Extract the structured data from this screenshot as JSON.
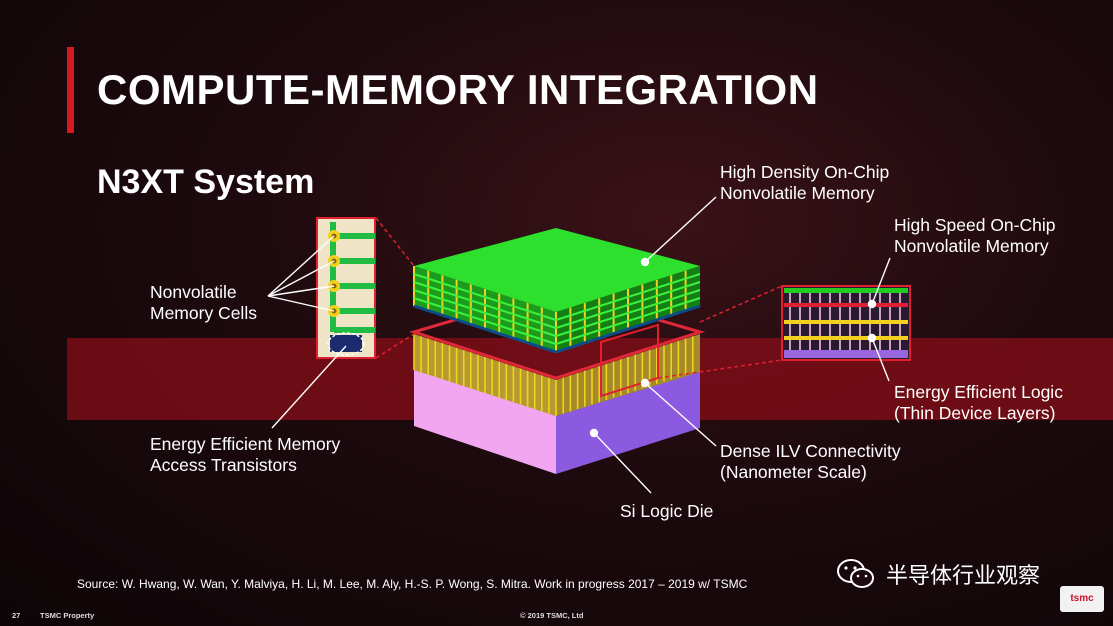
{
  "slide": {
    "title": "COMPUTE-MEMORY INTEGRATION",
    "subtitle": "N3XT System"
  },
  "labels": {
    "nonvolatile_memory_cells": [
      "Nonvolatile",
      "Memory Cells"
    ],
    "energy_efficient_memory": [
      "Energy Efficient Memory",
      "Access Transistors"
    ],
    "high_density_memory": [
      "High Density On-Chip",
      "Nonvolatile Memory"
    ],
    "high_speed_memory": [
      "High Speed On-Chip",
      "Nonvolatile Memory"
    ],
    "energy_efficient_logic": [
      "Energy Efficient Logic",
      "(Thin Device Layers)"
    ],
    "dense_ilv": [
      "Dense ILV Connectivity",
      "(Nanometer Scale)"
    ],
    "si_logic_die": "Si Logic Die"
  },
  "source": "Source: W. Hwang, W. Wan, Y. Malviya, H. Li, M. Lee, M. Aly, H.-S. P. Wong, S. Mitra. Work in progress 2017 – 2019 w/ TSMC",
  "footer": {
    "page_number": "27",
    "property": "TSMC Property",
    "copyright": "© 2019 TSMC, Ltd"
  },
  "watermark": {
    "text": "半导体行业观察",
    "icon": "wechat-icon"
  },
  "logo_text": "tsmc",
  "colors": {
    "accent": "#d71920",
    "memory_green": "#22dd22",
    "logic_yellow": "#f2d21e",
    "die_pink": "#f0a0f0",
    "die_purple": "#8855dd"
  }
}
